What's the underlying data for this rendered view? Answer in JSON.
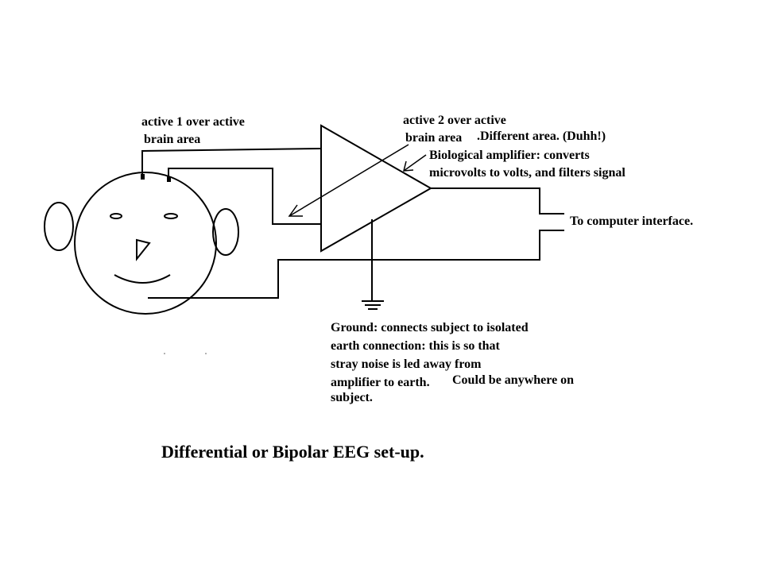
{
  "labels": {
    "active1": [
      "active 1 over active",
      "brain area"
    ],
    "active2": [
      "active 2 over active",
      "brain area",
      ".Different area. (Duhh!)"
    ],
    "amplifier": [
      "Biological amplifier: converts",
      "microvolts to volts, and filters signal"
    ],
    "computer": "To computer interface.",
    "ground": [
      "Ground: connects subject to isolated",
      "earth connection: this is so that",
      "stray noise is led away from",
      "amplifier to earth.",
      "Could be anywhere on",
      "subject."
    ]
  },
  "caption": "Differential or Bipolar EEG set-up."
}
